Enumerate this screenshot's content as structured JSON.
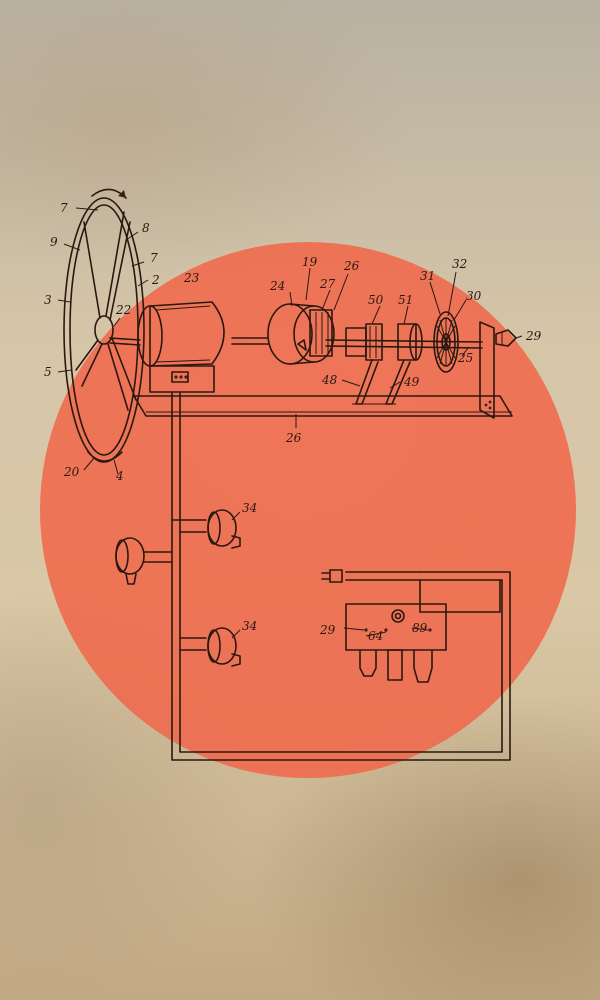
{
  "colors": {
    "paper": "#d9c7a5",
    "sun_circle": "#f06a4e",
    "ink": "#2a1810"
  },
  "reference_numerals": {
    "n7a": "7",
    "n8": "8",
    "n9": "9",
    "n7b": "7",
    "n2": "2",
    "n3": "3",
    "n22": "22",
    "n5": "5",
    "n20": "20",
    "n4": "4",
    "n23": "23",
    "n19": "19",
    "n24": "24",
    "n27": "27",
    "n26a": "26",
    "n31": "31",
    "n32": "32",
    "n30": "30",
    "n50": "50",
    "n51": "51",
    "n29a": "29",
    "n25": "25",
    "n48": "48",
    "n49": "49",
    "n26b": "26",
    "n34a": "34",
    "n34b": "34",
    "n29b": "29",
    "n64": "64",
    "n89": "89"
  }
}
